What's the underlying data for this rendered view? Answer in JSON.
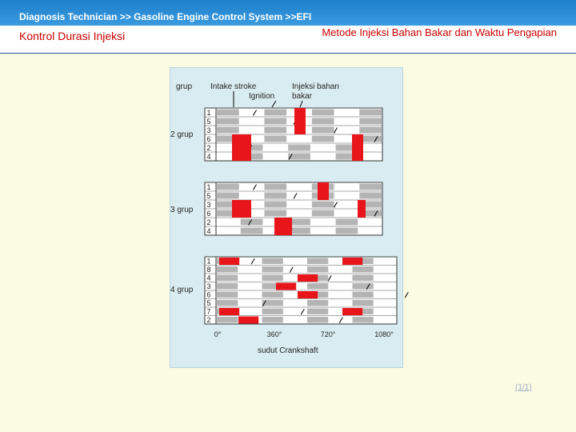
{
  "header": {
    "breadcrumb": "Diagnosis Technician >> Gasoline Engine Control System >>EFI",
    "title": "Kontrol Durasi Injeksi",
    "section": "Metode Injeksi Bahan Bakar dan Waktu Pengapian"
  },
  "diagram": {
    "top_labels": {
      "group_left": "grup",
      "intake": "Intake stroke",
      "ignition": "Ignition",
      "injection": "Injeksi bahan bakar"
    },
    "groups": [
      {
        "label": "2 grup",
        "cylinders": [
          "1",
          "5",
          "3",
          "6",
          "2",
          "4"
        ]
      },
      {
        "label": "3 grup",
        "cylinders": [
          "1",
          "5",
          "3",
          "6",
          "2",
          "4"
        ]
      },
      {
        "label": "4 grup",
        "cylinders": [
          "1",
          "8",
          "4",
          "3",
          "6",
          "5",
          "7",
          "2"
        ]
      }
    ],
    "x_ticks": [
      "0°",
      "360°",
      "720°",
      "1080°"
    ],
    "x_axis_label": "sudut Crankshaft"
  },
  "colors": {
    "injection": "#e8161b",
    "stroke": "#b4b4b4",
    "header_blue": "#1e7fcb",
    "title_red": "#cc0000"
  },
  "pager": "(1/1)"
}
